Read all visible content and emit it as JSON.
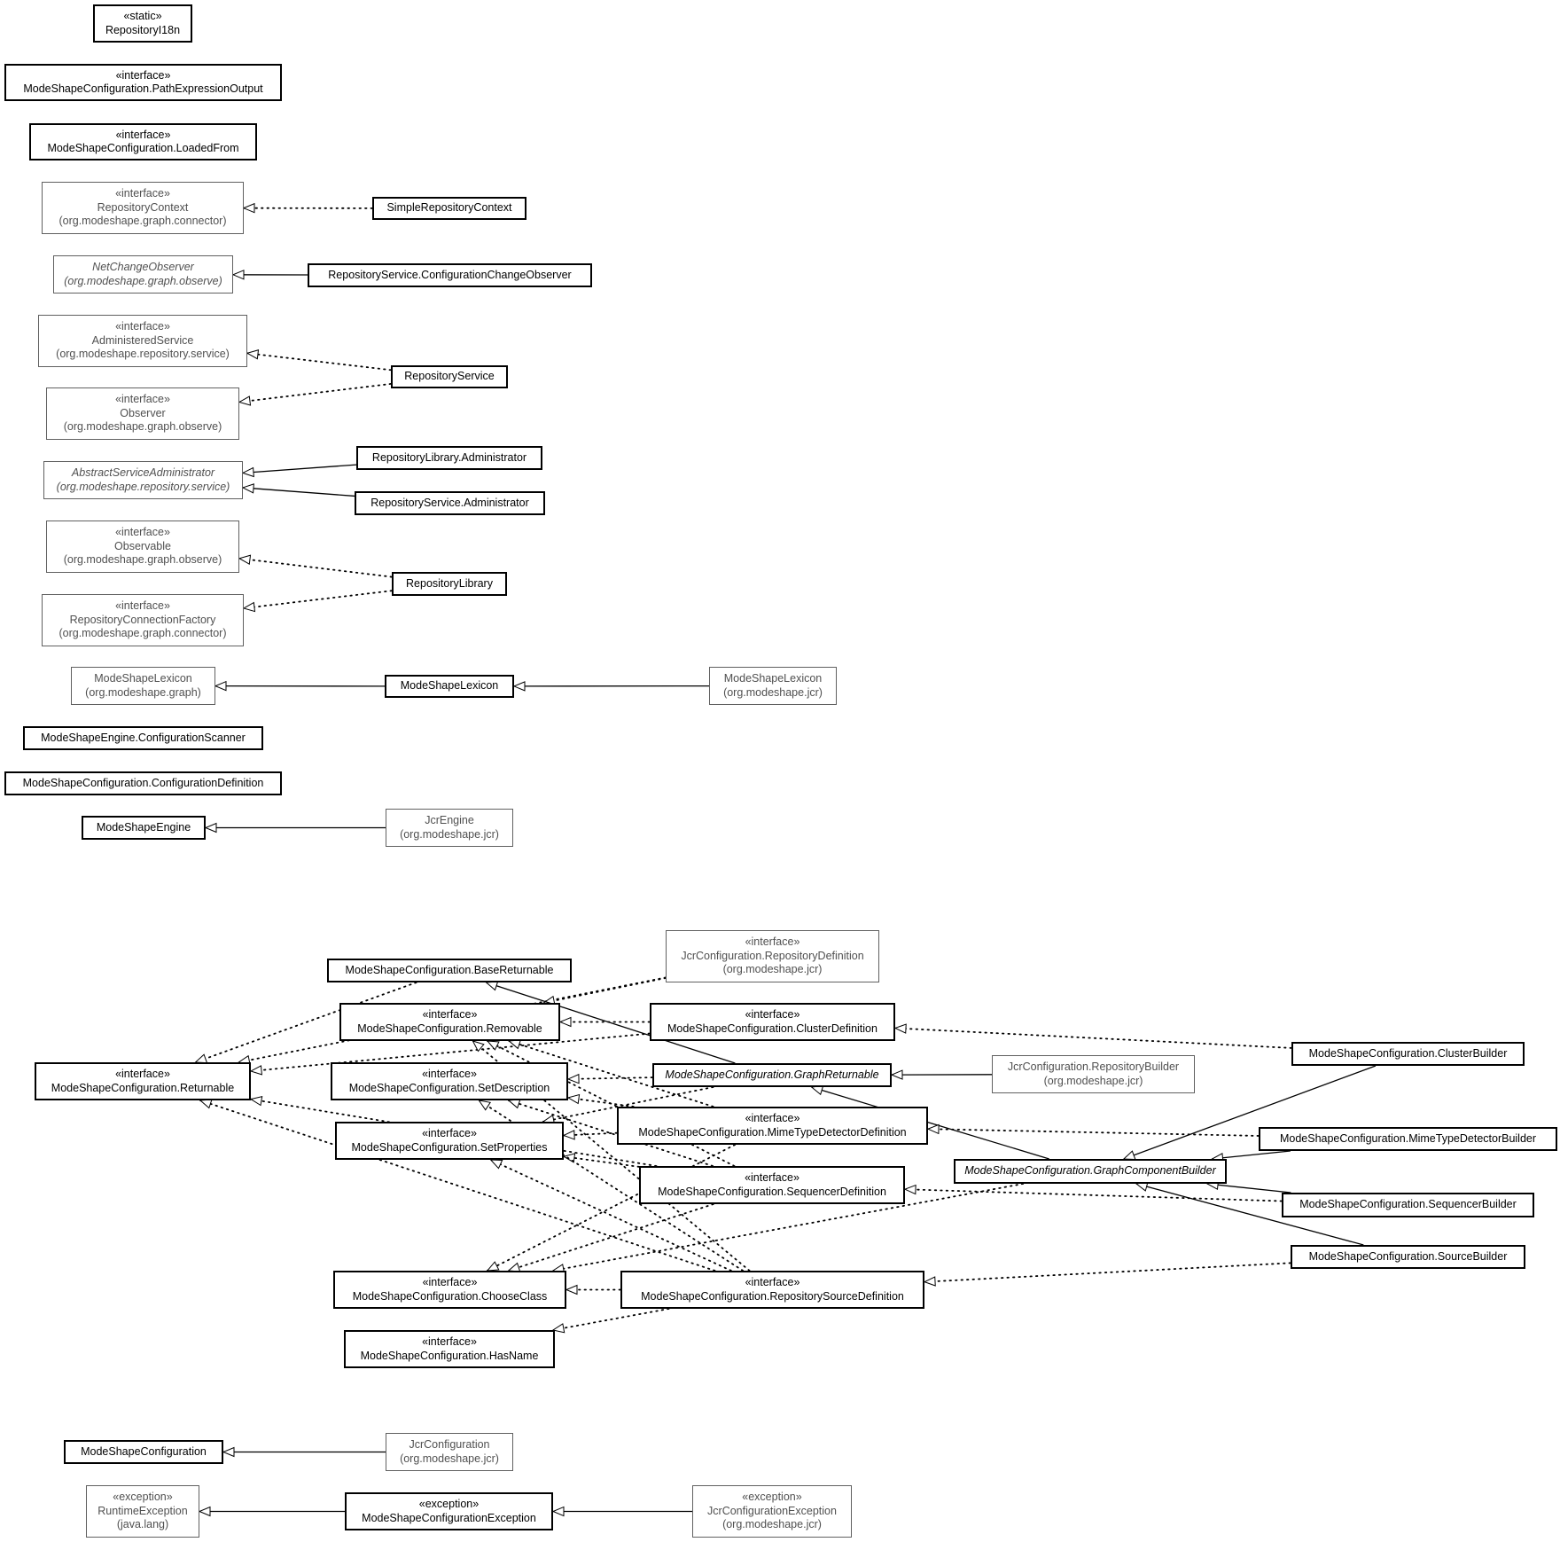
{
  "nodes": {
    "repository_i18n": {
      "lines": [
        "«static»",
        "RepositoryI18n"
      ]
    },
    "path_expression_output": {
      "lines": [
        "«interface»",
        "ModeShapeConfiguration.PathExpressionOutput"
      ]
    },
    "loaded_from": {
      "lines": [
        "«interface»",
        "ModeShapeConfiguration.LoadedFrom"
      ]
    },
    "repository_context": {
      "lines": [
        "«interface»",
        "RepositoryContext",
        "(org.modeshape.graph.connector)"
      ]
    },
    "simple_repository_context": {
      "lines": [
        "SimpleRepositoryContext"
      ]
    },
    "net_change_observer": {
      "lines": [
        "NetChangeObserver",
        "(org.modeshape.graph.observe)"
      ]
    },
    "configuration_change_observer": {
      "lines": [
        "RepositoryService.ConfigurationChangeObserver"
      ]
    },
    "administered_service": {
      "lines": [
        "«interface»",
        "AdministeredService",
        "(org.modeshape.repository.service)"
      ]
    },
    "repository_service": {
      "lines": [
        "RepositoryService"
      ]
    },
    "observer": {
      "lines": [
        "«interface»",
        "Observer",
        "(org.modeshape.graph.observe)"
      ]
    },
    "abstract_service_administrator": {
      "lines": [
        "AbstractServiceAdministrator",
        "(org.modeshape.repository.service)"
      ]
    },
    "repository_library_administrator": {
      "lines": [
        "RepositoryLibrary.Administrator"
      ]
    },
    "repository_service_administrator": {
      "lines": [
        "RepositoryService.Administrator"
      ]
    },
    "observable": {
      "lines": [
        "«interface»",
        "Observable",
        "(org.modeshape.graph.observe)"
      ]
    },
    "repository_library": {
      "lines": [
        "RepositoryLibrary"
      ]
    },
    "repository_connection_factory": {
      "lines": [
        "«interface»",
        "RepositoryConnectionFactory",
        "(org.modeshape.graph.connector)"
      ]
    },
    "graph_lexicon": {
      "lines": [
        "ModeShapeLexicon",
        "(org.modeshape.graph)"
      ]
    },
    "lexicon": {
      "lines": [
        "ModeShapeLexicon"
      ]
    },
    "jcr_lexicon": {
      "lines": [
        "ModeShapeLexicon",
        "(org.modeshape.jcr)"
      ]
    },
    "configuration_scanner": {
      "lines": [
        "ModeShapeEngine.ConfigurationScanner"
      ]
    },
    "configuration_definition": {
      "lines": [
        "ModeShapeConfiguration.ConfigurationDefinition"
      ]
    },
    "engine": {
      "lines": [
        "ModeShapeEngine"
      ]
    },
    "jcr_engine": {
      "lines": [
        "JcrEngine",
        "(org.modeshape.jcr)"
      ]
    },
    "jcr_repository_definition": {
      "lines": [
        "«interface»",
        "JcrConfiguration.RepositoryDefinition",
        "(org.modeshape.jcr)"
      ]
    },
    "base_returnable": {
      "lines": [
        "ModeShapeConfiguration.BaseReturnable"
      ]
    },
    "removable": {
      "lines": [
        "«interface»",
        "ModeShapeConfiguration.Removable"
      ]
    },
    "cluster_definition": {
      "lines": [
        "«interface»",
        "ModeShapeConfiguration.ClusterDefinition"
      ]
    },
    "cluster_builder": {
      "lines": [
        "ModeShapeConfiguration.ClusterBuilder"
      ]
    },
    "returnable": {
      "lines": [
        "«interface»",
        "ModeShapeConfiguration.Returnable"
      ]
    },
    "set_description": {
      "lines": [
        "«interface»",
        "ModeShapeConfiguration.SetDescription"
      ]
    },
    "graph_returnable": {
      "lines": [
        "ModeShapeConfiguration.GraphReturnable"
      ]
    },
    "jcr_repository_builder": {
      "lines": [
        "JcrConfiguration.RepositoryBuilder",
        "(org.modeshape.jcr)"
      ]
    },
    "set_properties": {
      "lines": [
        "«interface»",
        "ModeShapeConfiguration.SetProperties"
      ]
    },
    "mime_type_detector_definition": {
      "lines": [
        "«interface»",
        "ModeShapeConfiguration.MimeTypeDetectorDefinition"
      ]
    },
    "mime_type_detector_builder": {
      "lines": [
        "ModeShapeConfiguration.MimeTypeDetectorBuilder"
      ]
    },
    "graph_component_builder": {
      "lines": [
        "ModeShapeConfiguration.GraphComponentBuilder"
      ]
    },
    "sequencer_definition": {
      "lines": [
        "«interface»",
        "ModeShapeConfiguration.SequencerDefinition"
      ]
    },
    "sequencer_builder": {
      "lines": [
        "ModeShapeConfiguration.SequencerBuilder"
      ]
    },
    "source_builder": {
      "lines": [
        "ModeShapeConfiguration.SourceBuilder"
      ]
    },
    "choose_class": {
      "lines": [
        "«interface»",
        "ModeShapeConfiguration.ChooseClass"
      ]
    },
    "repository_source_definition": {
      "lines": [
        "«interface»",
        "ModeShapeConfiguration.RepositorySourceDefinition"
      ]
    },
    "has_name": {
      "lines": [
        "«interface»",
        "ModeShapeConfiguration.HasName"
      ]
    },
    "configuration": {
      "lines": [
        "ModeShapeConfiguration"
      ]
    },
    "jcr_configuration": {
      "lines": [
        "JcrConfiguration",
        "(org.modeshape.jcr)"
      ]
    },
    "runtime_exception": {
      "lines": [
        "«exception»",
        "RuntimeException",
        "(java.lang)"
      ]
    },
    "configuration_exception": {
      "lines": [
        "«exception»",
        "ModeShapeConfigurationException"
      ]
    },
    "jcr_configuration_exception": {
      "lines": [
        "«exception»",
        "JcrConfigurationException",
        "(org.modeshape.jcr)"
      ]
    }
  },
  "colors": {
    "line": "#000000",
    "external_border": "#606060",
    "external_text": "#505050",
    "background": "#ffffff"
  },
  "relations": [
    {
      "from": "simple_repository_context",
      "to": "repository_context",
      "kind": "realization"
    },
    {
      "from": "configuration_change_observer",
      "to": "net_change_observer",
      "kind": "generalization"
    },
    {
      "from": "repository_service",
      "to": "administered_service",
      "kind": "realization"
    },
    {
      "from": "repository_service",
      "to": "observer",
      "kind": "realization"
    },
    {
      "from": "repository_library_administrator",
      "to": "abstract_service_administrator",
      "kind": "generalization"
    },
    {
      "from": "repository_service_administrator",
      "to": "abstract_service_administrator",
      "kind": "generalization"
    },
    {
      "from": "repository_library",
      "to": "observable",
      "kind": "realization"
    },
    {
      "from": "repository_library",
      "to": "repository_connection_factory",
      "kind": "realization"
    },
    {
      "from": "lexicon",
      "to": "graph_lexicon",
      "kind": "generalization"
    },
    {
      "from": "jcr_lexicon",
      "to": "lexicon",
      "kind": "generalization"
    },
    {
      "from": "jcr_engine",
      "to": "engine",
      "kind": "generalization"
    },
    {
      "from": "jcr_repository_definition",
      "to": "returnable",
      "kind": "realization"
    },
    {
      "from": "jcr_repository_definition",
      "to": "removable",
      "kind": "realization"
    },
    {
      "from": "base_returnable",
      "to": "returnable",
      "kind": "realization"
    },
    {
      "from": "cluster_definition",
      "to": "returnable",
      "kind": "realization"
    },
    {
      "from": "cluster_definition",
      "to": "removable",
      "kind": "realization"
    },
    {
      "from": "cluster_builder",
      "to": "cluster_definition",
      "kind": "realization"
    },
    {
      "from": "cluster_builder",
      "to": "graph_component_builder",
      "kind": "generalization"
    },
    {
      "from": "graph_returnable",
      "to": "base_returnable",
      "kind": "generalization"
    },
    {
      "from": "graph_returnable",
      "to": "set_description",
      "kind": "realization"
    },
    {
      "from": "graph_returnable",
      "to": "set_properties",
      "kind": "realization"
    },
    {
      "from": "jcr_repository_builder",
      "to": "graph_returnable",
      "kind": "generalization"
    },
    {
      "from": "graph_component_builder",
      "to": "graph_returnable",
      "kind": "generalization"
    },
    {
      "from": "graph_component_builder",
      "to": "choose_class",
      "kind": "realization"
    },
    {
      "from": "mime_type_detector_definition",
      "to": "removable",
      "kind": "realization"
    },
    {
      "from": "mime_type_detector_definition",
      "to": "set_description",
      "kind": "realization"
    },
    {
      "from": "mime_type_detector_definition",
      "to": "set_properties",
      "kind": "realization"
    },
    {
      "from": "mime_type_detector_definition",
      "to": "choose_class",
      "kind": "realization"
    },
    {
      "from": "mime_type_detector_builder",
      "to": "mime_type_detector_definition",
      "kind": "realization"
    },
    {
      "from": "mime_type_detector_builder",
      "to": "graph_component_builder",
      "kind": "generalization"
    },
    {
      "from": "sequencer_definition",
      "to": "returnable",
      "kind": "realization"
    },
    {
      "from": "sequencer_definition",
      "to": "removable",
      "kind": "realization"
    },
    {
      "from": "sequencer_definition",
      "to": "set_description",
      "kind": "realization"
    },
    {
      "from": "sequencer_definition",
      "to": "set_properties",
      "kind": "realization"
    },
    {
      "from": "sequencer_definition",
      "to": "choose_class",
      "kind": "realization"
    },
    {
      "from": "sequencer_builder",
      "to": "sequencer_definition",
      "kind": "realization"
    },
    {
      "from": "sequencer_builder",
      "to": "graph_component_builder",
      "kind": "generalization"
    },
    {
      "from": "source_builder",
      "to": "repository_source_definition",
      "kind": "realization"
    },
    {
      "from": "source_builder",
      "to": "graph_component_builder",
      "kind": "generalization"
    },
    {
      "from": "repository_source_definition",
      "to": "returnable",
      "kind": "realization"
    },
    {
      "from": "repository_source_definition",
      "to": "removable",
      "kind": "realization"
    },
    {
      "from": "repository_source_definition",
      "to": "set_description",
      "kind": "realization"
    },
    {
      "from": "repository_source_definition",
      "to": "set_properties",
      "kind": "realization"
    },
    {
      "from": "repository_source_definition",
      "to": "choose_class",
      "kind": "realization"
    },
    {
      "from": "repository_source_definition",
      "to": "has_name",
      "kind": "realization"
    },
    {
      "from": "jcr_configuration",
      "to": "configuration",
      "kind": "generalization"
    },
    {
      "from": "configuration_exception",
      "to": "runtime_exception",
      "kind": "generalization"
    },
    {
      "from": "jcr_configuration_exception",
      "to": "configuration_exception",
      "kind": "generalization"
    }
  ]
}
